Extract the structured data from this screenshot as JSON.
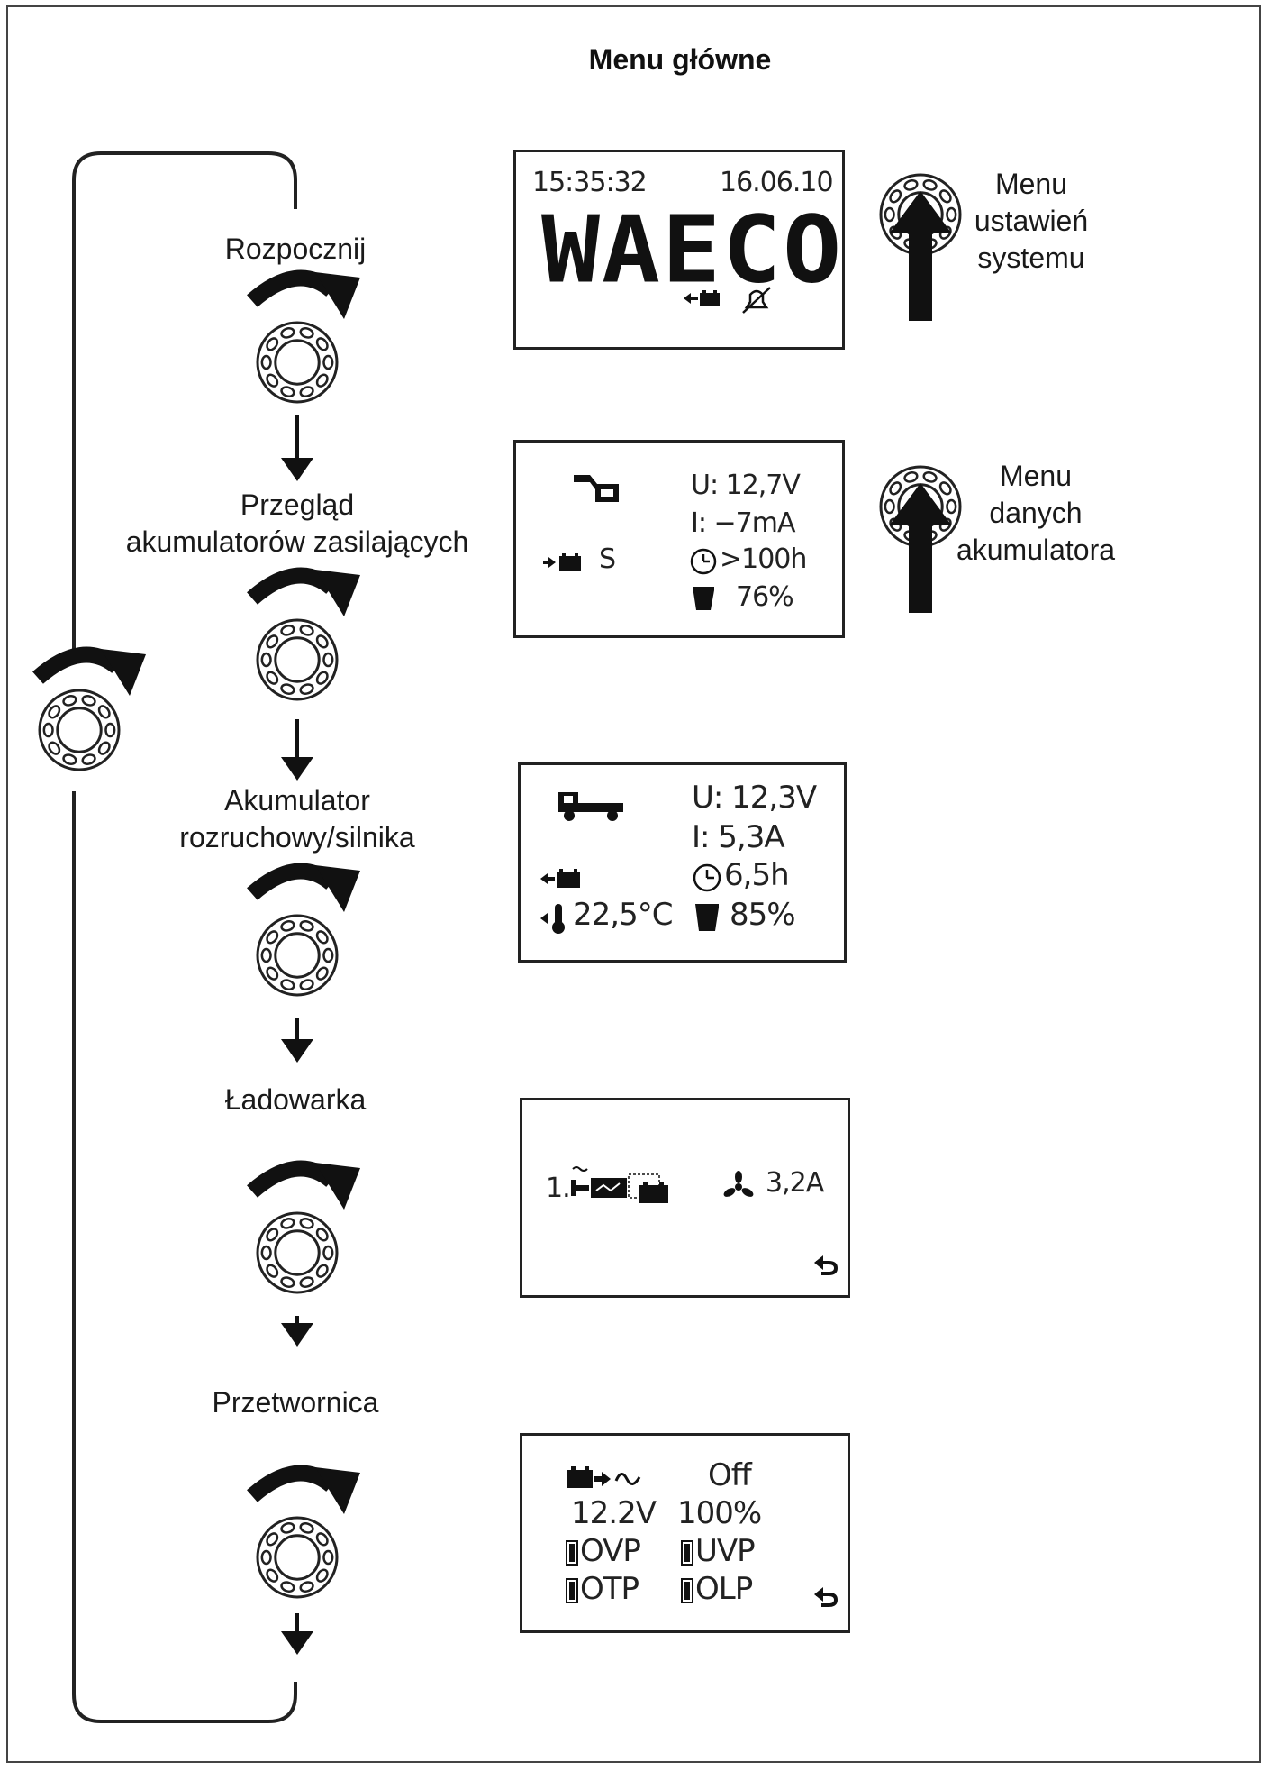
{
  "title": "Menu główne",
  "steps": [
    {
      "label": "Rozpocznij"
    },
    {
      "label_lines": [
        "Przegląd",
        "akumulatorów zasilających"
      ]
    },
    {
      "label_lines": [
        "Akumulator",
        "rozruchowy/silnika"
      ]
    },
    {
      "label": "Ładowarka"
    },
    {
      "label": "Przetwornica"
    }
  ],
  "side_menus": {
    "system_settings": [
      "Menu",
      "ustawień",
      "systemu"
    ],
    "battery_data": [
      "Menu",
      "danych",
      "akumulatora"
    ]
  },
  "screens": {
    "start": {
      "time": "15:35:32",
      "date": "16.06.10",
      "brand": "WAECO"
    },
    "service_battery": {
      "battery_label": "S",
      "voltage": "U: 12,7V",
      "current": "I:  −7mA",
      "time_remaining": ">100h",
      "charge": "76%"
    },
    "starter_battery": {
      "voltage": "U:  12,3V",
      "current": "I:  5,3A",
      "time": "6,5h",
      "temperature": "22,5°C",
      "charge": "85%"
    },
    "charger": {
      "prefix": "1.",
      "current": "3,2A"
    },
    "inverter": {
      "status": "Off",
      "voltage": "12.2V",
      "power": "100%",
      "flags": [
        "OVP",
        "UVP",
        "OTP",
        "OLP"
      ]
    }
  }
}
